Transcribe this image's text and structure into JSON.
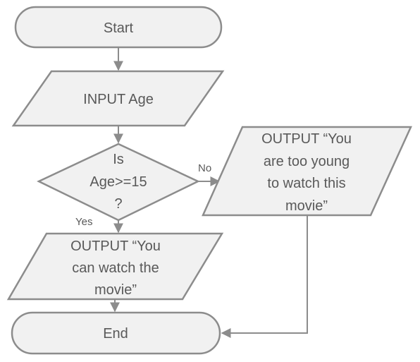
{
  "nodes": {
    "start": {
      "shape": "terminal",
      "lines": [
        "Start"
      ]
    },
    "input_age": {
      "shape": "input-output",
      "lines": [
        "INPUT Age"
      ]
    },
    "age_check": {
      "shape": "decision",
      "lines": [
        "Is",
        "Age>=15",
        "?"
      ]
    },
    "output_too_young": {
      "shape": "input-output",
      "lines": [
        "OUTPUT “You",
        "are too young",
        "to watch this",
        "movie”"
      ]
    },
    "output_can_watch": {
      "shape": "input-output",
      "lines": [
        "OUTPUT “You",
        "can watch the",
        "movie”"
      ]
    },
    "end": {
      "shape": "terminal",
      "lines": [
        "End"
      ]
    }
  },
  "edges": {
    "no_label": "No",
    "yes_label": "Yes"
  },
  "colors": {
    "fill": "#f1f1f1",
    "stroke": "#8c8c8c",
    "text": "#595959"
  }
}
